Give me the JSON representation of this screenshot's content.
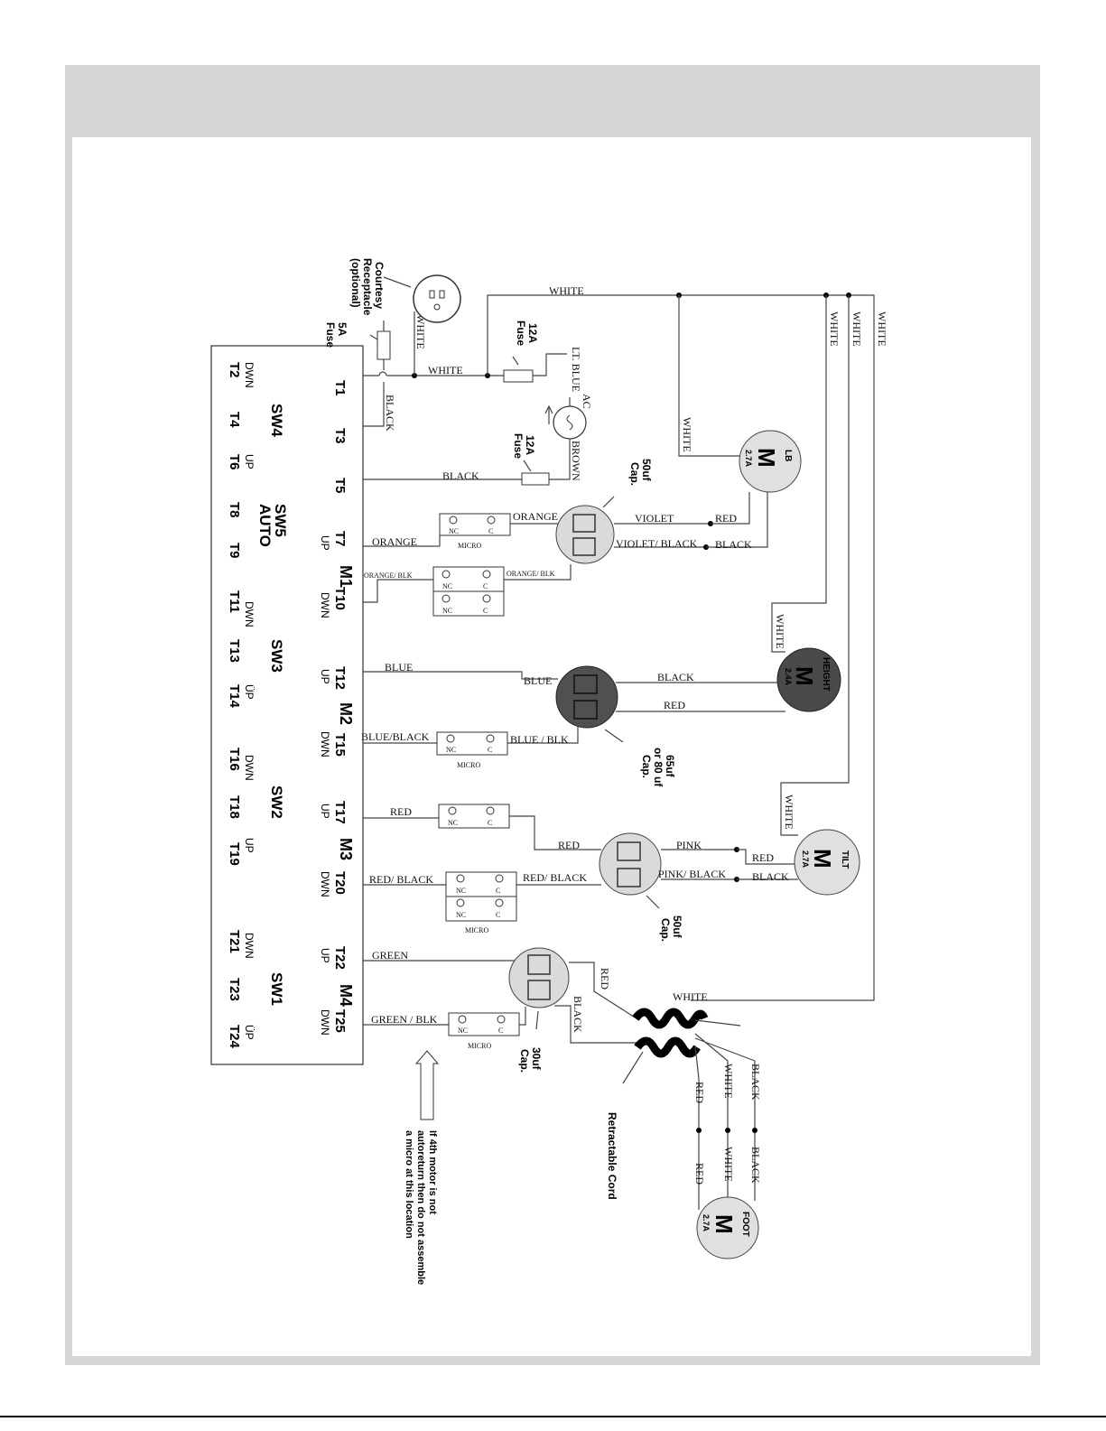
{
  "wires": {
    "white": "WHITE",
    "black": "BLACK",
    "brown": "BROWN",
    "lt_blue": "LT. BLUE",
    "orange": "ORANGE",
    "orange_blk": "ORANGE/ BLK",
    "violet": "VIOLET",
    "violet_black": "VIOLET/ BLACK",
    "red": "RED",
    "blue": "BLUE",
    "blue_black": "BLUE/BLACK",
    "blue_blk": "BLUE / BLK",
    "red_black": "RED/ BLACK",
    "pink": "PINK",
    "pink_black": "PINK/ BLACK",
    "green": "GREEN",
    "green_blk": "GREEN / BLK"
  },
  "components": {
    "ac": "AC",
    "fuse_12a": "12A",
    "fuse_5a": "5A",
    "fuse": "Fuse",
    "micro": "MICRO",
    "nc": "NC",
    "c": "C",
    "receptacle": [
      "Courtesy",
      "Receptacle",
      "(optional)"
    ],
    "cap_50": [
      "50uf",
      "Cap."
    ],
    "cap_65": [
      "65uf",
      "or 80 uf",
      "Cap."
    ],
    "cap_30": [
      "30uf",
      "Cap."
    ],
    "cord": "Retractable Cord",
    "note": [
      "If 4th motor is not",
      "autoreturn then do not assemble",
      "a micro at this location"
    ]
  },
  "motors": {
    "m": "M",
    "lb": {
      "name": "LB",
      "amps": "2.7A"
    },
    "height": {
      "name": "HEIGHT",
      "amps": "2.4A"
    },
    "tilt": {
      "name": "TILT",
      "amps": "2.7A"
    },
    "foot": {
      "name": "FOOT",
      "amps": "2.7A"
    }
  },
  "switch_block": {
    "terminals": [
      "T1",
      "T2",
      "T3",
      "T4",
      "T5",
      "T6",
      "T7",
      "T8",
      "T9",
      "T10",
      "T11",
      "T12",
      "T13",
      "T14",
      "T15",
      "T16",
      "T17",
      "T18",
      "T19",
      "T20",
      "T21",
      "T22",
      "T23",
      "T24",
      "T25"
    ],
    "switches": [
      "SW4",
      "SW5",
      "AUTO",
      "SW3",
      "SW2",
      "SW1"
    ],
    "motor_groups": [
      "M1",
      "M2",
      "M3",
      "M4"
    ],
    "dirs": {
      "up": "UP",
      "dwn": "DWN",
      "up_alt": "ÜP"
    }
  }
}
